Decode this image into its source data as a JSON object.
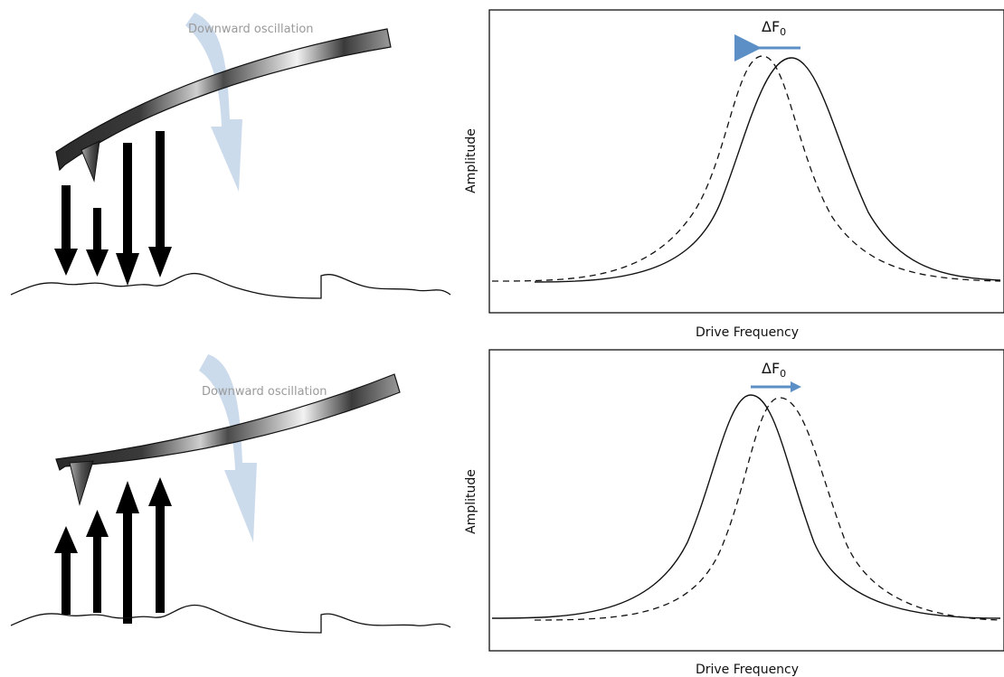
{
  "panels": [
    {
      "oscillation_label": "Downward oscillation",
      "force_direction": "down",
      "shift": {
        "symbol": "ΔF",
        "subscript": "0",
        "direction": "left"
      },
      "xlabel": "Drive Frequency",
      "ylabel": "Amplitude"
    },
    {
      "oscillation_label": "Downward oscillation",
      "force_direction": "up",
      "shift": {
        "symbol": "ΔF",
        "subscript": "0",
        "direction": "right"
      },
      "xlabel": "Drive Frequency",
      "ylabel": "Amplitude"
    }
  ],
  "colors": {
    "shift_arrow": "#5b8fc6",
    "oscillation_arrow": "#c7d7ea",
    "curve": "#111111"
  }
}
